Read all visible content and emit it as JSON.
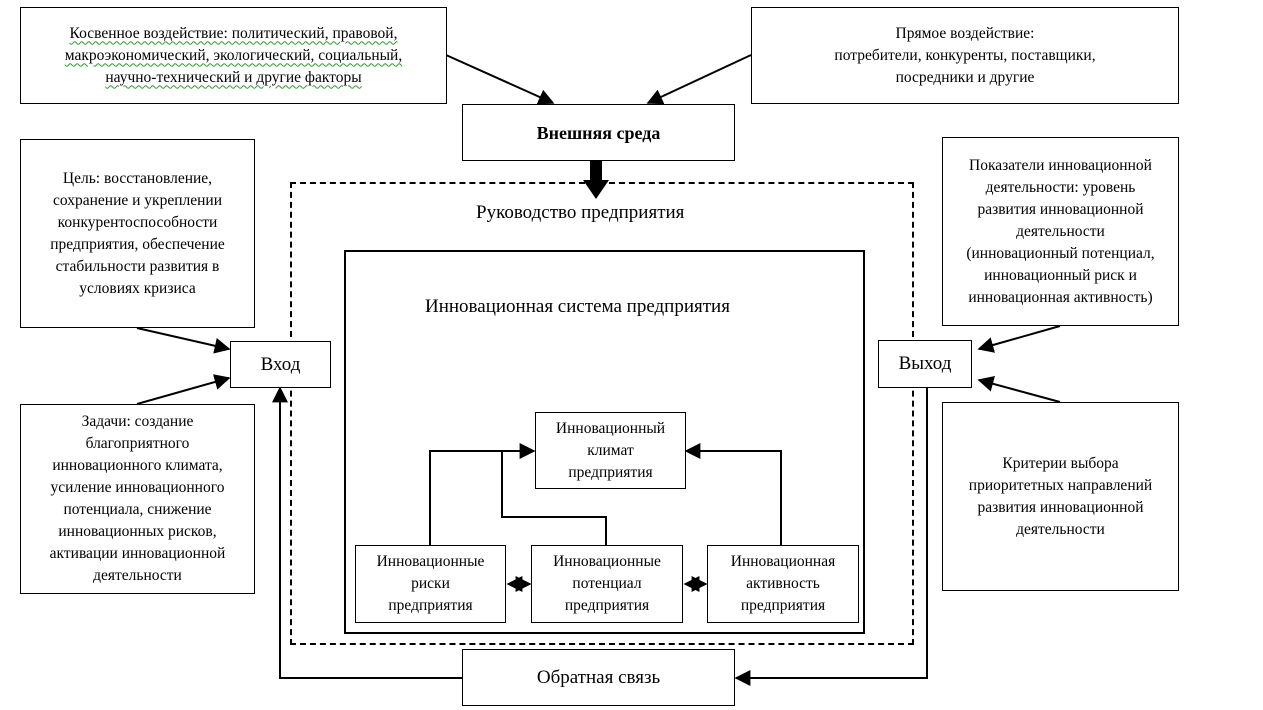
{
  "indirect": {
    "lines": [
      "Косвенное воздействие: политический, правовой,",
      "макроэкономический, экологический, социальный,",
      "научно-технический  и другие факторы"
    ]
  },
  "direct": {
    "lines": [
      "Прямое воздействие:",
      "потребители, конкуренты, поставщики,",
      "посредники и другие"
    ]
  },
  "external_env": "Внешняя среда",
  "goal": {
    "lines": [
      "Цель: восстановление,",
      "сохранение и укреплении",
      "конкурентоспособности",
      "предприятия, обеспечение",
      "стабильности развития в",
      "условиях кризиса"
    ]
  },
  "tasks": {
    "lines": [
      "Задачи: создание",
      "благоприятного",
      "инновационного климата,",
      "усиление инновационного",
      "потенциала, снижение",
      "инновационных рисков,",
      "активации инновационной",
      "деятельности"
    ]
  },
  "indicators": {
    "lines": [
      "Показатели инновационной",
      "деятельности: уровень",
      "развития инновационной",
      "деятельности",
      "(инновационный потенциал,",
      "инновационный риск и",
      "инновационная активность)"
    ]
  },
  "criteria": {
    "lines": [
      "Критерии выбора",
      "приоритетных направлений",
      "развития инновационной",
      "деятельности"
    ]
  },
  "management": "Руководство предприятия",
  "innovation_system": "Инновационная система предприятия",
  "input": "Вход",
  "output": "Выход",
  "feedback": "Обратная связь",
  "climate": {
    "lines": [
      "Инновационный",
      "климат",
      "предприятия"
    ]
  },
  "risks": {
    "lines": [
      "Инновационные",
      "риски",
      "предприятия"
    ]
  },
  "potential": {
    "lines": [
      "Инновационные",
      "потенциал",
      "предприятия"
    ]
  },
  "activity": {
    "lines": [
      "Инновационная",
      "активность",
      "предприятия"
    ]
  }
}
